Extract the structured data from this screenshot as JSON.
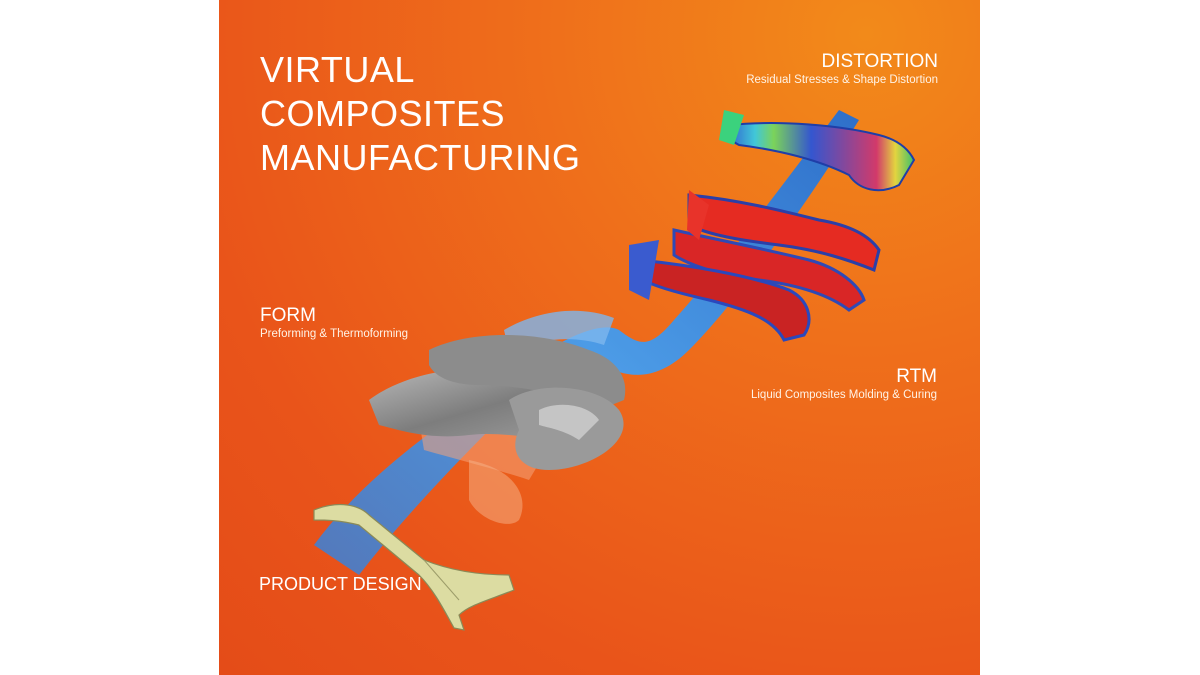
{
  "title_lines": [
    "VIRTUAL",
    "COMPOSITES",
    "MANUFACTURING"
  ],
  "stages": {
    "distortion": {
      "name": "DISTORTION",
      "sub": "Residual Stresses & Shape Distortion"
    },
    "form": {
      "name": "FORM",
      "sub": "Preforming & Thermoforming"
    },
    "rtm": {
      "name": "RTM",
      "sub": "Liquid Composites Molding & Curing"
    },
    "product": {
      "name": "PRODUCT DESIGN"
    }
  },
  "colors": {
    "background": "#e9541a",
    "ribbon": "#2f7fd8",
    "part_design": "#d8d9a0",
    "part_form": "#8e8e8e",
    "part_rtm": "#e52b22",
    "text": "#ffffff"
  }
}
